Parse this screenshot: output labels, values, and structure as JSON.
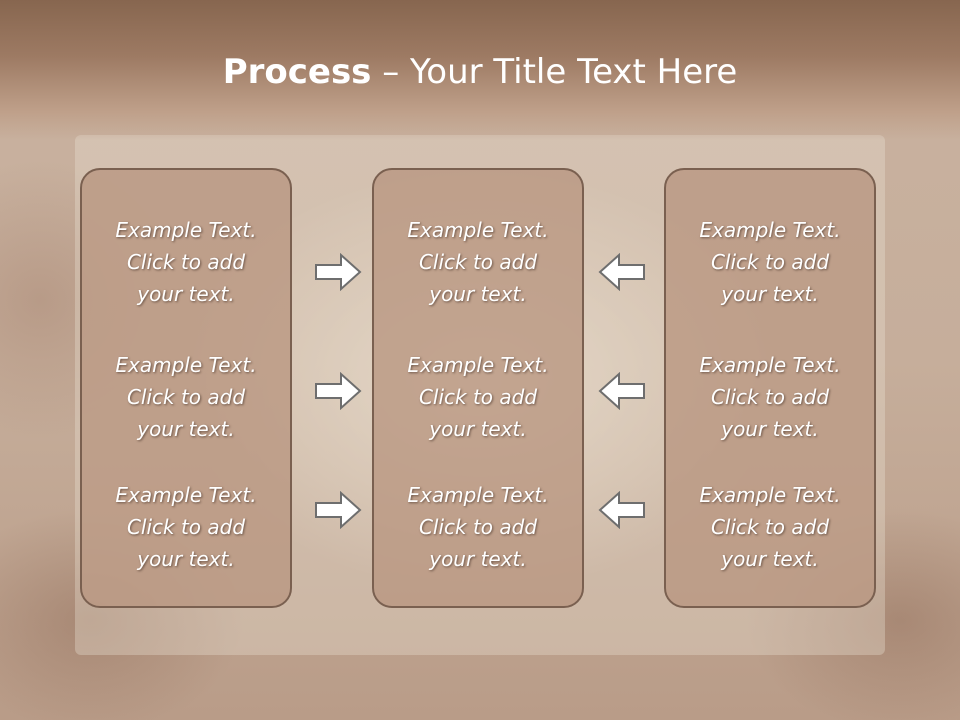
{
  "slide": {
    "title_bold": "Process",
    "title_rest": " – Your Title Text Here"
  },
  "columns": [
    {
      "items": [
        {
          "line1": "Example Text.",
          "line2": "Click  to add",
          "line3": "your text."
        },
        {
          "line1": "Example Text.",
          "line2": "Click  to add",
          "line3": "your text."
        },
        {
          "line1": "Example Text.",
          "line2": "Click  to add",
          "line3": "your text."
        }
      ]
    },
    {
      "items": [
        {
          "line1": "Example Text.",
          "line2": "Click  to add",
          "line3": "your text."
        },
        {
          "line1": "Example Text.",
          "line2": "Click  to add",
          "line3": "your text."
        },
        {
          "line1": "Example Text.",
          "line2": "Click  to add",
          "line3": "your text."
        }
      ]
    },
    {
      "items": [
        {
          "line1": "Example Text.",
          "line2": "Click  to add",
          "line3": "your text."
        },
        {
          "line1": "Example Text.",
          "line2": "Click  to add",
          "line3": "your text."
        },
        {
          "line1": "Example Text.",
          "line2": "Click  to add",
          "line3": "your text."
        }
      ]
    }
  ],
  "arrows": {
    "left_group_icon": "arrow-right-icon",
    "right_group_icon": "arrow-left-icon"
  },
  "colors": {
    "title_band": "#87664f",
    "panel_fill": "#b89680",
    "panel_border": "#7a6050",
    "text": "#ffffff",
    "arrow_fill": "#ffffff",
    "arrow_stroke": "#6e6e6e"
  }
}
